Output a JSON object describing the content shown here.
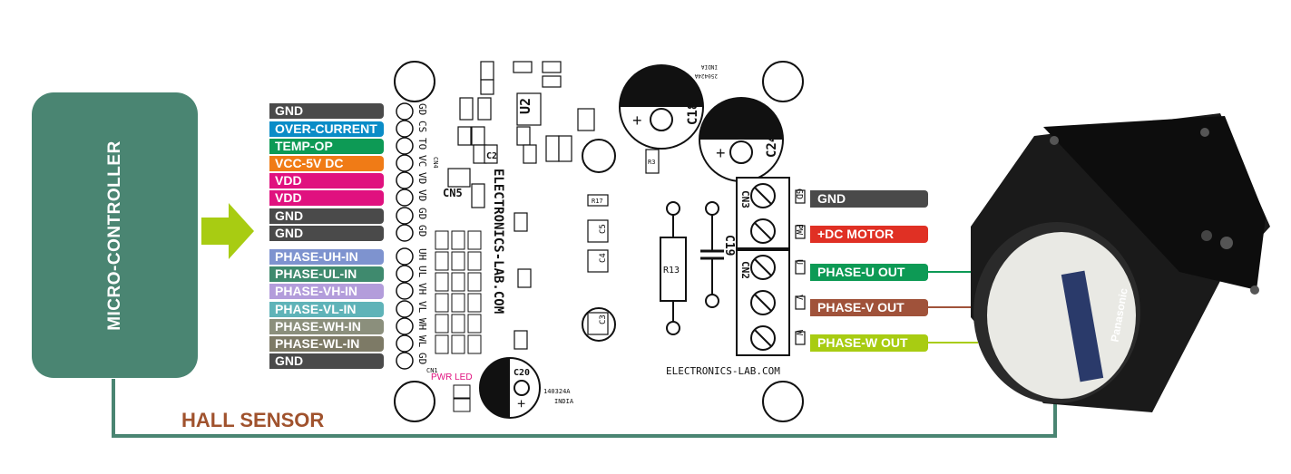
{
  "controller": {
    "label": "MICRO-CONTROLLER"
  },
  "input_pins": [
    {
      "label": "GND",
      "color": "#4a4a4a"
    },
    {
      "label": "OVER-CURRENT",
      "color": "#0a8cc7"
    },
    {
      "label": "TEMP-OP",
      "color": "#0d9a55"
    },
    {
      "label": "VCC-5V DC",
      "color": "#f07b16"
    },
    {
      "label": "VDD",
      "color": "#e0117f"
    },
    {
      "label": "VDD",
      "color": "#e0117f"
    },
    {
      "label": "GND",
      "color": "#4a4a4a"
    },
    {
      "label": "GND",
      "color": "#4a4a4a"
    },
    {
      "label": "PHASE-UH-IN",
      "color": "#7e93cf"
    },
    {
      "label": "PHASE-UL-IN",
      "color": "#3f8a6e"
    },
    {
      "label": "PHASE-VH-IN",
      "color": "#b39ddb"
    },
    {
      "label": "PHASE-VL-IN",
      "color": "#5fb3b8"
    },
    {
      "label": "PHASE-WH-IN",
      "color": "#8b8f7c"
    },
    {
      "label": "PHASE-WL-IN",
      "color": "#7d7a66"
    },
    {
      "label": "GND",
      "color": "#4a4a4a"
    }
  ],
  "output_labels": [
    {
      "label": "GND",
      "color": "#4a4a4a"
    },
    {
      "label": "+DC MOTOR",
      "color": "#e03024"
    },
    {
      "label": "PHASE-U OUT",
      "color": "#0d9a55"
    },
    {
      "label": "PHASE-V OUT",
      "color": "#a0523a"
    },
    {
      "label": "PHASE-W OUT",
      "color": "#a8cc12"
    }
  ],
  "hall_sensor": {
    "label": "HALL SENSOR",
    "color": "#a0522d",
    "wire_color": "#4a8572"
  },
  "arrow": {
    "color": "#a8cc12"
  },
  "board": {
    "header_pins": [
      "GD",
      "CS",
      "TO",
      "VC",
      "VD",
      "VD",
      "GD",
      "GD",
      "UH",
      "UL",
      "VH",
      "VL",
      "WH",
      "WL",
      "GD"
    ],
    "designators": {
      "u2": "U2",
      "c18": "C18",
      "c24": "C24",
      "c20": "C20",
      "c19": "C19",
      "r13": "R13",
      "cn5": "CN5",
      "cn2": "CN2",
      "cn3": "CN3",
      "c2": "C2",
      "c5": "C5",
      "c4": "C4",
      "c3": "C3",
      "cn1": "CN1",
      "cn4": "CN4",
      "r3": "R3",
      "r17": "R17"
    },
    "cn3_pins": [
      "GD",
      "PW"
    ],
    "cn2_pins": [
      "U",
      "V",
      "W"
    ],
    "site_vertical": "ELECTRONICS-LAB.COM",
    "site_horizontal": "ELECTRONICS-LAB.COM",
    "pwr_led": "PWR LED",
    "date_code": "140324A",
    "date_country": "INDIA",
    "top_date_code": "250424A",
    "top_country": "INDIA"
  },
  "motor": {
    "brand": "Panasonic"
  }
}
